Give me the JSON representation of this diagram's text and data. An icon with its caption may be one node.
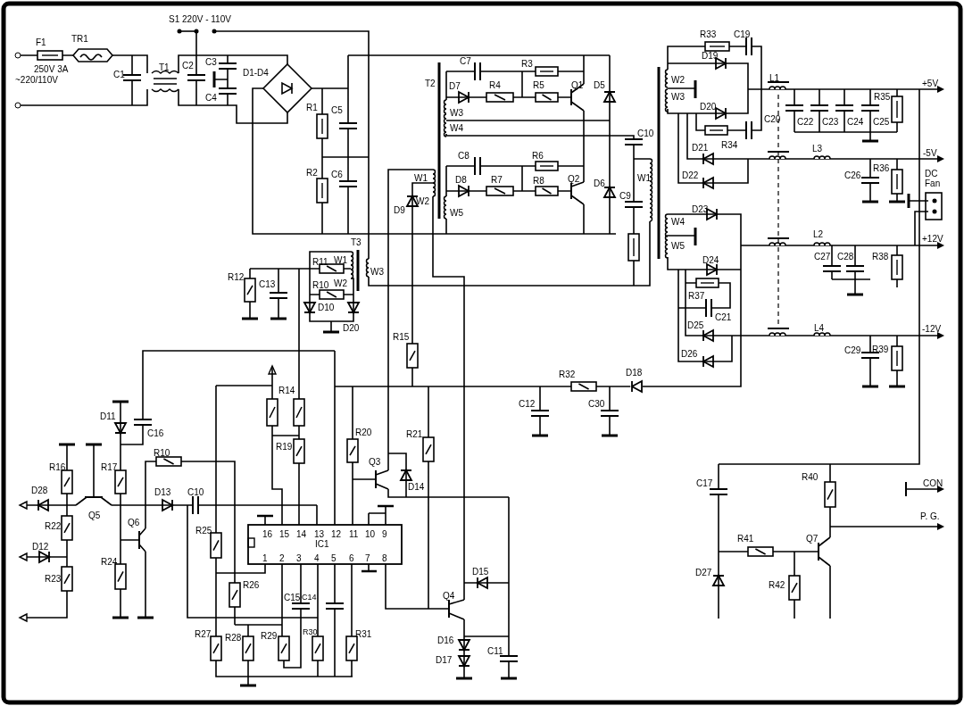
{
  "diagram": {
    "labels": [
      "F1",
      "250V 3A",
      "~220/110V",
      "TR1",
      "C1",
      "T1",
      "S1 220V - 110V",
      "C2",
      "C3",
      "C4",
      "D1-D4",
      "R1",
      "C5",
      "R2",
      "C6",
      "T2",
      "C7",
      "R3",
      "D7",
      "R4",
      "R5",
      "Q1",
      "D5",
      "W3",
      "W4",
      "C10",
      "C8",
      "R6",
      "D8",
      "R7",
      "R8",
      "Q2",
      "D6",
      "W1",
      "D9",
      "W2",
      "W5",
      "C9",
      "W1",
      "T3",
      "R11",
      "W1",
      "W3",
      "R12",
      "C13",
      "R10",
      "W2",
      "D10",
      "D20",
      "R33",
      "C19",
      "D19",
      "W2",
      "W3",
      "L1",
      "+5V",
      "R35",
      "D20",
      "C20",
      "C22",
      "C23",
      "C24",
      "C25",
      "D21",
      "R34",
      "L3",
      "-5V",
      "D22",
      "C26",
      "R36",
      "DC Fan",
      "D23",
      "W4",
      "W5",
      "L2",
      "+12V",
      "C27",
      "C28",
      "R38",
      "D24",
      "R37",
      "C21",
      "D25",
      "L4",
      "-12V",
      "C29",
      "R39",
      "D26",
      "R15",
      "R32",
      "D18",
      "C12",
      "C30",
      "R14",
      "D11",
      "C16",
      "R20",
      "R21",
      "R19",
      "R10",
      "Q3",
      "R16",
      "R17",
      "D28",
      "D13",
      "C10",
      "D14",
      "R22",
      "Q5",
      "Q6",
      "R25",
      "16",
      "15",
      "14",
      "13",
      "12",
      "11",
      "10",
      "9",
      "IC1",
      "1",
      "2",
      "3",
      "4",
      "5",
      "6",
      "7",
      "8",
      "D12",
      "R24",
      "R23",
      "R26",
      "C15",
      "C14",
      "Q4",
      "D15",
      "R27",
      "R28",
      "R29",
      "R30",
      "R31",
      "D16",
      "D17",
      "C11",
      "C17",
      "R40",
      "CON",
      "P. G.",
      "R41",
      "Q7",
      "D27",
      "R42"
    ]
  }
}
